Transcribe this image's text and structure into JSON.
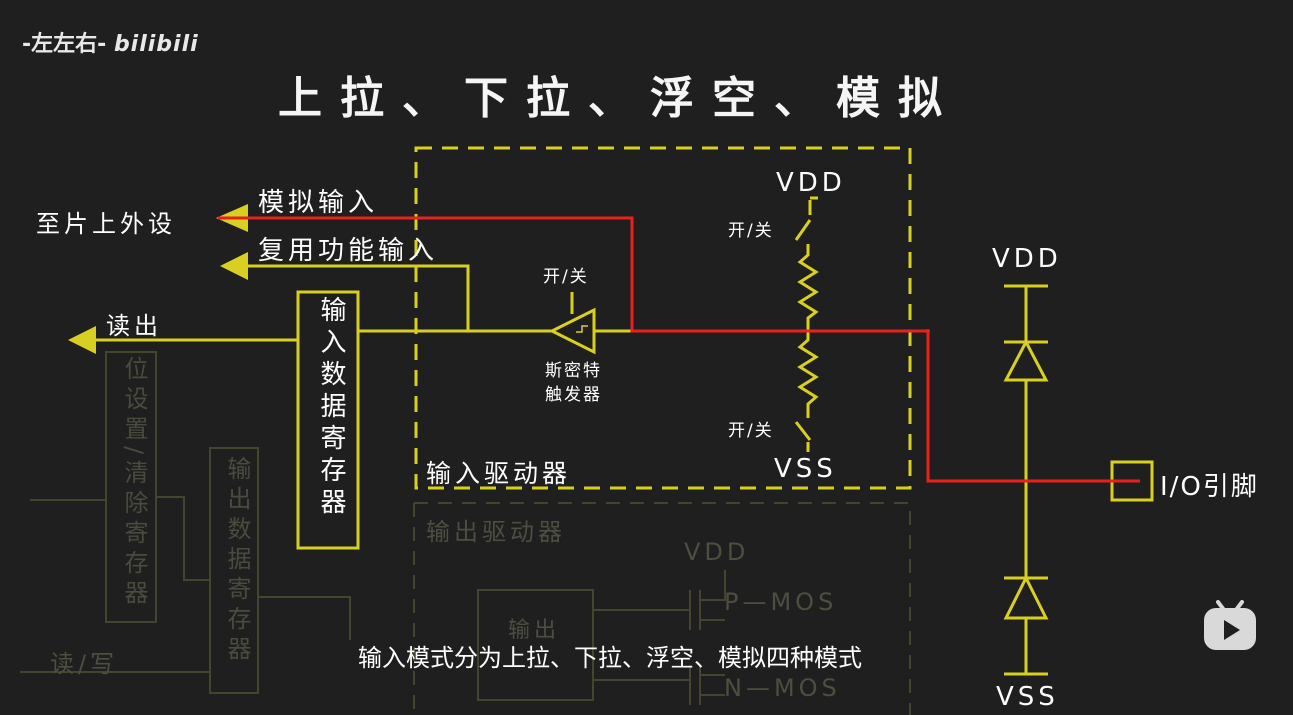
{
  "watermark": {
    "text": "-左左右-",
    "brand": "bilibili"
  },
  "title": "上拉、下拉、浮空、模拟",
  "subtitle": "输入模式分为上拉、下拉、浮空、模拟四种模式",
  "labels": {
    "to_peripheral": "至片上外设",
    "analog_input": "模拟输入",
    "alt_input": "复用功能输入",
    "read_out": "读出",
    "input_data_reg": "输入数据寄存器",
    "schmitt_switch": "开/关",
    "schmitt_line1": "斯密特",
    "schmitt_line2": "触发器",
    "input_driver": "输入驱动器",
    "vdd_inner": "VDD",
    "vss_inner": "VSS",
    "switch_top": "开/关",
    "switch_bottom": "开/关",
    "vdd_outer": "VDD",
    "vss_outer": "VSS",
    "io_pin": "I/O引脚"
  },
  "background_labels": {
    "bit_set_reset_reg": "位设置/清除寄存器",
    "output_data_reg": "输出数据寄存器",
    "output_driver": "输出驱动器",
    "read_write": "读/写",
    "vdd": "VDD",
    "pmos": "P—MOS",
    "nmos": "N—MOS",
    "output_ctrl": "输出"
  },
  "colors": {
    "circuit": "#d8d020",
    "signal_path": "#e8201e",
    "text": "#ffffff",
    "dim": "#4a4a3e"
  },
  "icons": {
    "player_button": "bilibili-tv-icon"
  }
}
